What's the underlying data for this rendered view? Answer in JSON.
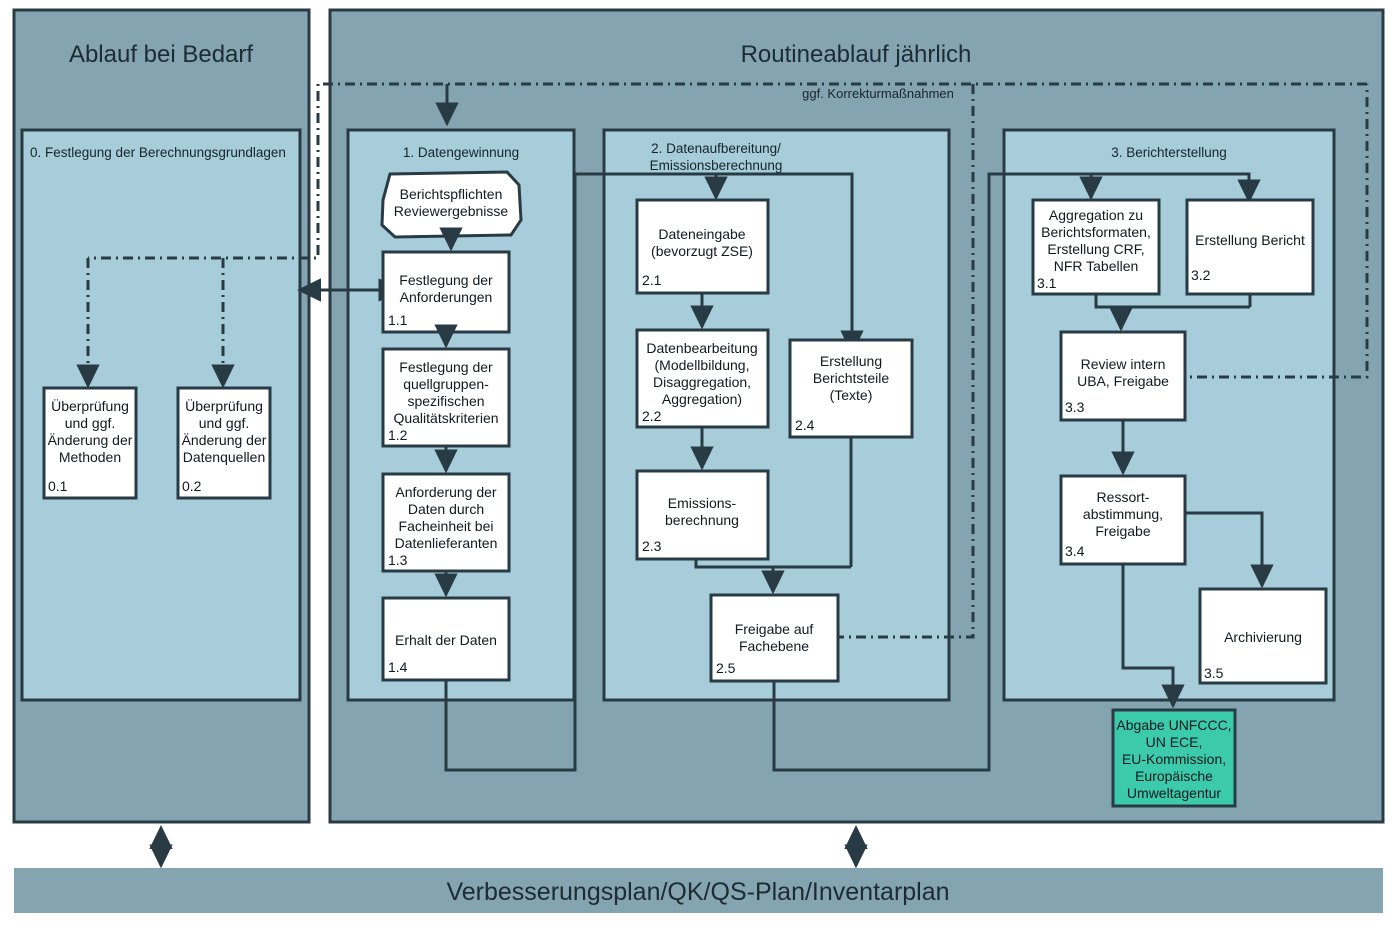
{
  "diagram": {
    "title_left": "Ablauf bei Bedarf",
    "title_right": "Routineablauf jährlich",
    "footer": "Verbesserungsplan/QK/QS-Plan/Inventarplan",
    "feedback_label": "ggf. Korrekturmaßnahmen",
    "colors": {
      "outer_panel": "#85a4b2",
      "inner_panel": "#a6cdd9",
      "node_fill": "#ffffff",
      "stroke": "#283b45",
      "output_node": "#3ccbaa",
      "footer_bar": "#85a4b2"
    },
    "groups": [
      {
        "key": "g0",
        "title": "0. Festlegung der Berechnungsgrundlagen"
      },
      {
        "key": "g1",
        "title": "1. Datengewinnung"
      },
      {
        "key": "g2",
        "title_line1": "2. Datenaufbereitung/",
        "title_line2": "Emissionsberechnung"
      },
      {
        "key": "g3",
        "title": "3. Berichterstellung"
      }
    ],
    "nodes": [
      {
        "key": "n01",
        "id": "0.1",
        "lines": [
          "Überprüfung",
          "und ggf.",
          "Änderung der",
          "Methoden"
        ],
        "shape": "rect"
      },
      {
        "key": "n02",
        "id": "0.2",
        "lines": [
          "Überprüfung",
          "und ggf.",
          "Änderung der",
          "Datenquellen"
        ],
        "shape": "rect"
      },
      {
        "key": "nstart",
        "id": "",
        "lines": [
          "Berichtspflichten",
          "Reviewergebnisse"
        ],
        "shape": "cloud"
      },
      {
        "key": "n11",
        "id": "1.1",
        "lines": [
          "Festlegung der",
          "Anforderungen"
        ],
        "shape": "rect"
      },
      {
        "key": "n12",
        "id": "1.2",
        "lines": [
          "Festlegung der",
          "quellgruppen-",
          "spezifischen",
          "Qualitätskriterien"
        ],
        "shape": "rect"
      },
      {
        "key": "n13",
        "id": "1.3",
        "lines": [
          "Anforderung der",
          "Daten durch",
          "Facheinheit bei",
          "Datenlieferanten"
        ],
        "shape": "rect"
      },
      {
        "key": "n14",
        "id": "1.4",
        "lines": [
          "Erhalt der Daten"
        ],
        "shape": "rect"
      },
      {
        "key": "n21",
        "id": "2.1",
        "lines": [
          "Dateneingabe",
          "(bevorzugt ZSE)"
        ],
        "shape": "rect"
      },
      {
        "key": "n22",
        "id": "2.2",
        "lines": [
          "Datenbearbeitung",
          "(Modellbildung,",
          "Disaggregation,",
          "Aggregation)"
        ],
        "shape": "rect"
      },
      {
        "key": "n23",
        "id": "2.3",
        "lines": [
          "Emissions-",
          "berechnung"
        ],
        "shape": "rect"
      },
      {
        "key": "n24",
        "id": "2.4",
        "lines": [
          "Erstellung",
          "Berichtsteile",
          "(Texte)"
        ],
        "shape": "rect"
      },
      {
        "key": "n25",
        "id": "2.5",
        "lines": [
          "Freigabe auf",
          "Fachebene"
        ],
        "shape": "rect"
      },
      {
        "key": "n31",
        "id": "3.1",
        "lines": [
          "Aggregation zu",
          "Berichtsformaten,",
          "Erstellung CRF,",
          "NFR Tabellen"
        ],
        "shape": "rect"
      },
      {
        "key": "n32",
        "id": "3.2",
        "lines": [
          "Erstellung Bericht"
        ],
        "shape": "rect"
      },
      {
        "key": "n33",
        "id": "3.3",
        "lines": [
          "Review intern",
          "UBA, Freigabe"
        ],
        "shape": "rect"
      },
      {
        "key": "n34",
        "id": "3.4",
        "lines": [
          "Ressort-",
          "abstimmung,",
          "Freigabe"
        ],
        "shape": "rect"
      },
      {
        "key": "n35",
        "id": "3.5",
        "lines": [
          "Archivierung"
        ],
        "shape": "rect"
      },
      {
        "key": "nout",
        "id": "",
        "lines": [
          "Abgabe UNFCCC,",
          "UN ECE,",
          "EU-Kommission,",
          "Europäische",
          "Umweltagentur"
        ],
        "shape": "rect-green"
      }
    ]
  }
}
